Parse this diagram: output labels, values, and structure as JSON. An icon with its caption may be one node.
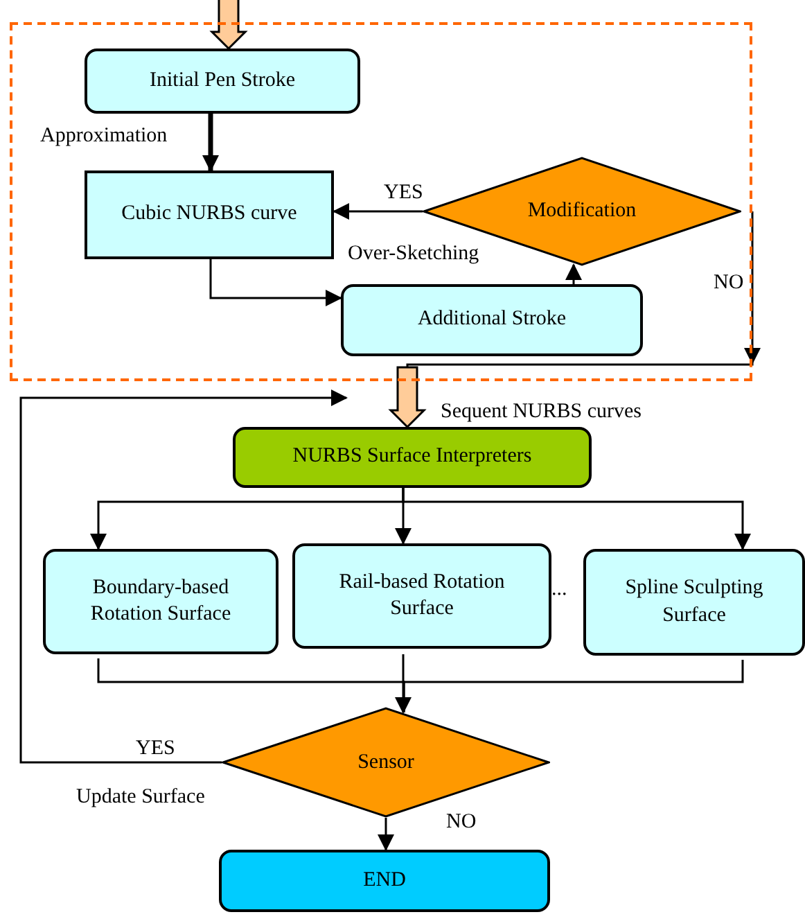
{
  "diagram": {
    "nodes": [
      {
        "text": [],
        "shape": "box"
      },
      {
        "text": [
          "Initial Pen Stroke"
        ],
        "in": 0
      },
      {
        "text": [
          "Cubic NURBS curve"
        ],
        "in": 0
      },
      {
        "text": [
          "Modification"
        ],
        "in": 0
      },
      {
        "text": [
          "Additional Stroke"
        ],
        "in": 0
      },
      {
        "text": [
          "NURBS Surface Interpreters"
        ]
      },
      {
        "text": [
          "Boundary-based Rotation Surface"
        ]
      },
      {
        "text": [
          "Rail-based Rotation Surface"
        ]
      },
      {
        "text": [
          "Spline Sculpting Surface"
        ]
      },
      {
        "text": [
          "Sensor"
        ]
      },
      {
        "text": [
          "END"
        ]
      }
    ],
    "edges": [
      {
        "from": null,
        "to": 1,
        "arrow": "to",
        "style": "thick",
        "color": "#ffcc99"
      },
      {
        "from": 1,
        "to": 2,
        "arrow": "to",
        "style": "thick",
        "label": "Approximation"
      },
      {
        "from": 3,
        "to": 2,
        "arrow": "to",
        "label": "YES"
      },
      {
        "from": 2,
        "to": 4,
        "arrow": "to"
      },
      {
        "from": 4,
        "to": 3,
        "arrow": "to"
      },
      {
        "from": 3,
        "to": 5,
        "arrow": "to",
        "label": "NO"
      },
      {
        "from": 0,
        "to": 5,
        "arrow": "to",
        "style": "thick",
        "color": "#ffcc99",
        "label": "Sequent NURBS curves"
      },
      {
        "from": 5,
        "to": 6,
        "arrow": "to"
      },
      {
        "from": 5,
        "to": 7,
        "arrow": "to"
      },
      {
        "from": 5,
        "to": 8,
        "arrow": "to"
      },
      {
        "from": 6,
        "to": 9,
        "arrow": "none"
      },
      {
        "from": 7,
        "to": 9,
        "arrow": "to"
      },
      {
        "from": 8,
        "to": 9,
        "arrow": "none"
      },
      {
        "from": 9,
        "to": 10,
        "arrow": "to",
        "label": "NO"
      },
      {
        "from": 9,
        "to": 5,
        "arrow": "to",
        "label": "YES"
      }
    ],
    "labels": [
      "Over-Sketching",
      "...",
      "Update Surface"
    ]
  }
}
